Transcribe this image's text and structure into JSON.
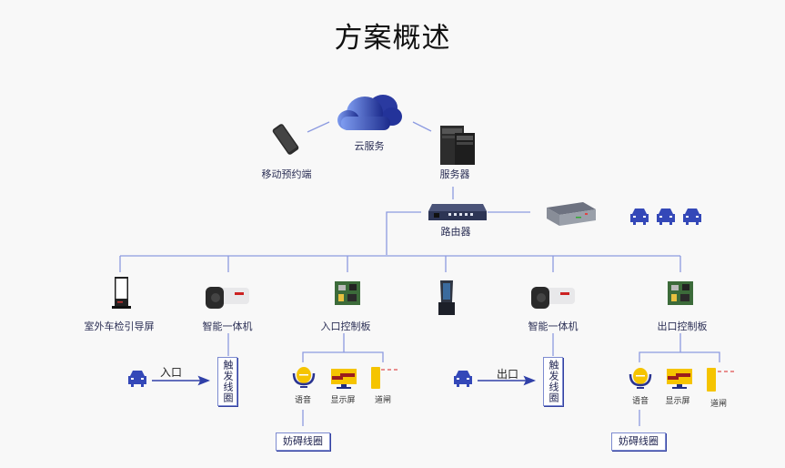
{
  "title": "方案概述",
  "colors": {
    "line": "#8c9ae0",
    "accent": "#2f3fa6",
    "yellow": "#f5c400",
    "dashed": "#e05050"
  },
  "nodes": {
    "cloud": {
      "label": "云服务",
      "icon": "cloud-icon"
    },
    "mobile": {
      "label": "移动预约端",
      "icon": "phone-icon"
    },
    "server": {
      "label": "服务器",
      "icon": "server-icon"
    },
    "router": {
      "label": "路由器",
      "icon": "router-icon"
    },
    "minipc": {
      "icon": "industrial-pc-icon"
    },
    "cars_icon": "car-icon",
    "kiosk": {
      "label": "室外车检引导屏",
      "icon": "kiosk-screen-icon"
    },
    "camera_in": {
      "label": "智能一体机",
      "icon": "camera-icon"
    },
    "entry_board": {
      "label": "入口控制板",
      "icon": "circuit-board-icon"
    },
    "terminal": {
      "icon": "payment-terminal-icon"
    },
    "camera_out": {
      "label": "智能一体机",
      "icon": "camera-icon"
    },
    "exit_board": {
      "label": "出口控制板",
      "icon": "circuit-board-icon"
    }
  },
  "entry": {
    "flow_label": "入口",
    "trigger": "触发线圈",
    "voice": "语音",
    "display": "显示屏",
    "gate": "道闸",
    "obstacle": "妨碍线圈"
  },
  "exit": {
    "flow_label": "出口",
    "trigger": "触发线圈",
    "voice": "语音",
    "display": "显示屏",
    "gate": "道闸",
    "obstacle": "妨碍线圈"
  }
}
